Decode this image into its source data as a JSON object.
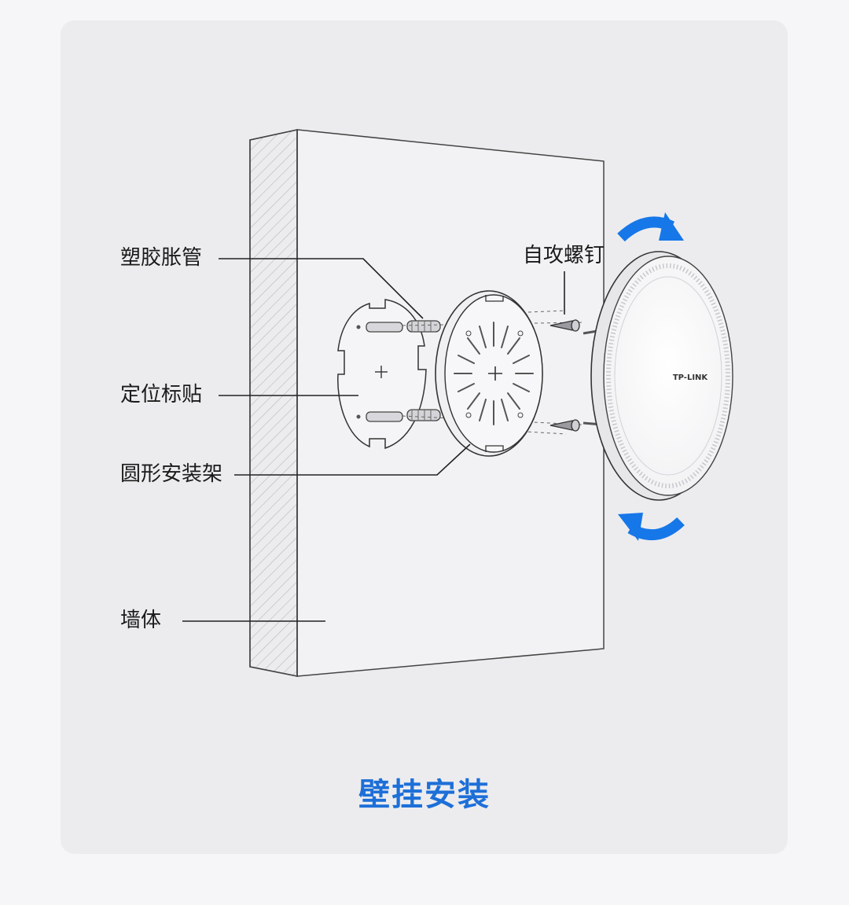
{
  "labels": {
    "anchor": "塑胶胀管",
    "sticker": "定位标贴",
    "bracket": "圆形安装架",
    "wall": "墙体",
    "screw": "自攻螺钉"
  },
  "device": {
    "brand": "TP-LINK"
  },
  "caption": "壁挂安装",
  "colors": {
    "accent": "#1d6fd8",
    "rotate_arrow": "#1677e8",
    "line": "#333333"
  },
  "icons": [
    "rotate-clockwise-icon",
    "rotate-counterclockwise-icon"
  ]
}
